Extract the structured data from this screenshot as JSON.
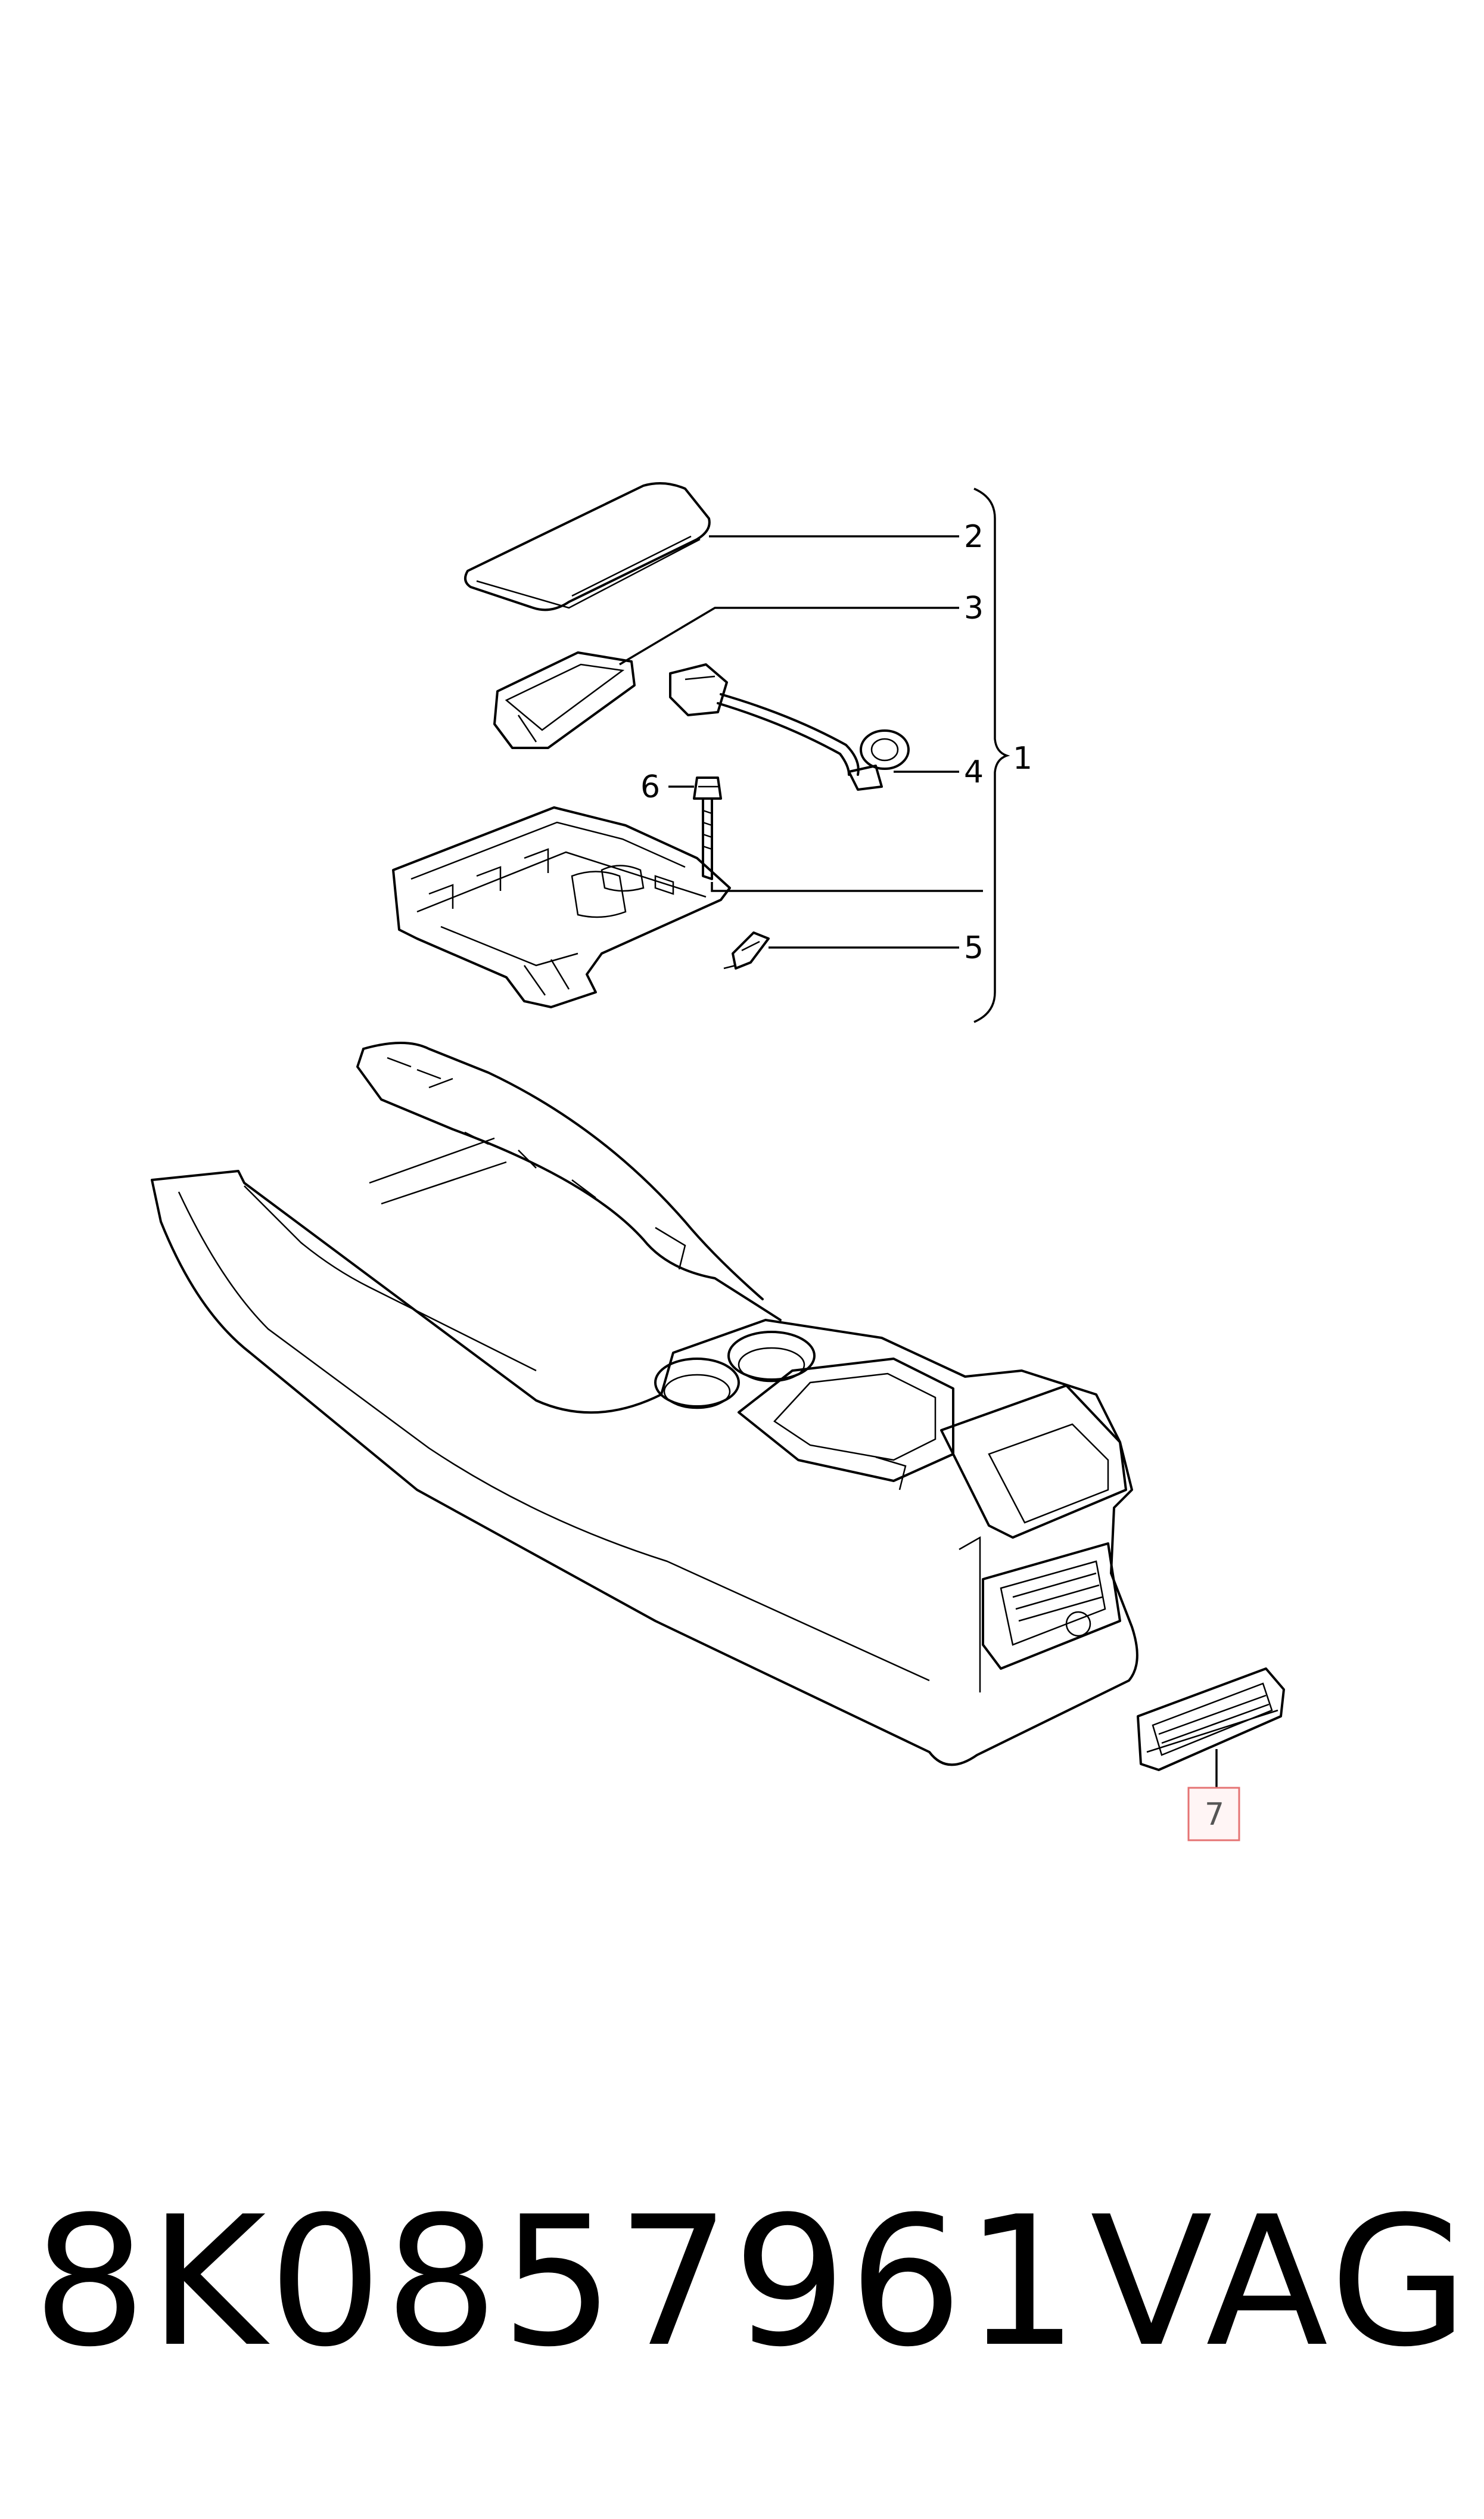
{
  "callouts": [
    {
      "id": "1",
      "label": "1"
    },
    {
      "id": "2",
      "label": "2"
    },
    {
      "id": "3",
      "label": "3"
    },
    {
      "id": "4",
      "label": "4"
    },
    {
      "id": "5",
      "label": "5"
    },
    {
      "id": "6",
      "label": "6"
    },
    {
      "id": "7",
      "label": "7",
      "highlighted": true
    }
  ],
  "highlight_color": "#e57373",
  "footer": {
    "part_number": "8K0857961",
    "brand": "VAG"
  }
}
